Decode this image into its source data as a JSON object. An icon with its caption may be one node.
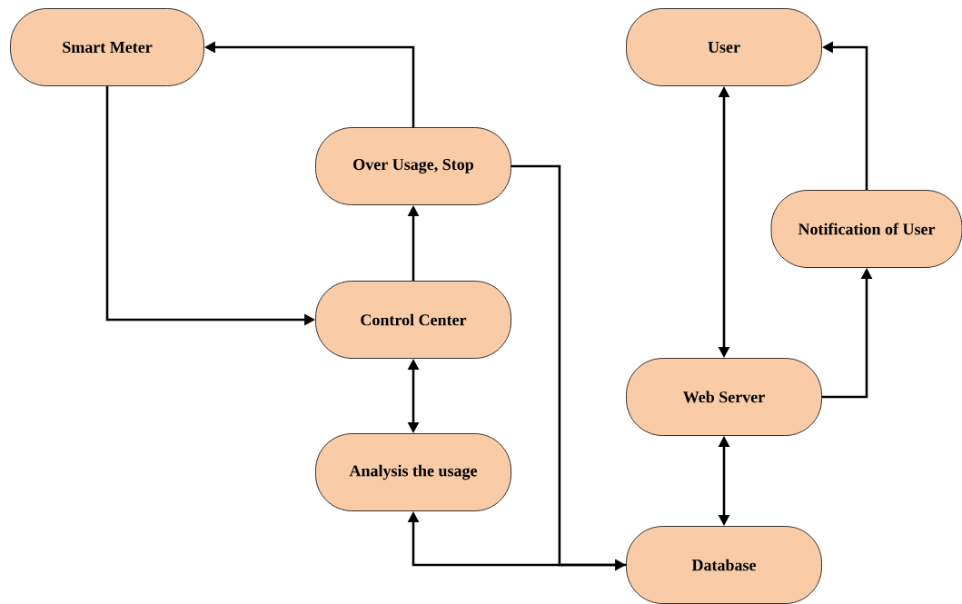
{
  "diagram": {
    "nodes": [
      {
        "text": [
          "Smart Meter"
        ]
      },
      {
        "text": [
          "User"
        ]
      },
      {
        "text": [
          "Over Usage, Stop"
        ]
      },
      {
        "text": [
          "Notification of User"
        ]
      },
      {
        "text": [
          "Control Center"
        ]
      },
      {
        "text": [
          "Web Server"
        ]
      },
      {
        "text": [
          "Analysis the usage"
        ]
      },
      {
        "text": [
          "Database"
        ]
      }
    ],
    "edges": [
      {
        "from": 0,
        "to": 4,
        "arrow": "to"
      },
      {
        "from": 4,
        "to": 2,
        "arrow": "to"
      },
      {
        "from": 2,
        "to": 0,
        "arrow": "to"
      },
      {
        "from": 4,
        "to": 6,
        "arrow": "both"
      },
      {
        "from": 2,
        "to": 7,
        "arrow": "to"
      },
      {
        "from": 7,
        "to": 6,
        "arrow": "to"
      },
      {
        "from": 1,
        "to": 5,
        "arrow": "both"
      },
      {
        "from": 5,
        "to": 3,
        "arrow": "to"
      },
      {
        "from": 3,
        "to": 1,
        "arrow": "to"
      },
      {
        "from": 5,
        "to": 7,
        "arrow": "both"
      }
    ]
  }
}
